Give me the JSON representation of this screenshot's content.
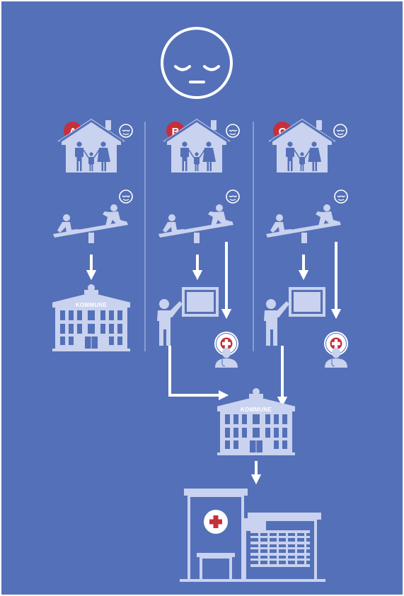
{
  "scenarios": [
    {
      "label": "A"
    },
    {
      "label": "B"
    },
    {
      "label": "C"
    }
  ],
  "municipality_label": "KOMMUNE",
  "colors": {
    "background": "#5470b8",
    "icon_fill": "#c9d2ee",
    "marker_red": "#c5303a",
    "arrow": "#ffffff",
    "divider": "#aebbe0"
  },
  "icons": [
    "sad-face-icon",
    "house-family-icon",
    "seesaw-icon",
    "teacher-icon",
    "doctor-icon",
    "municipality-building-icon",
    "hospital-icon",
    "arrow-down-icon"
  ]
}
